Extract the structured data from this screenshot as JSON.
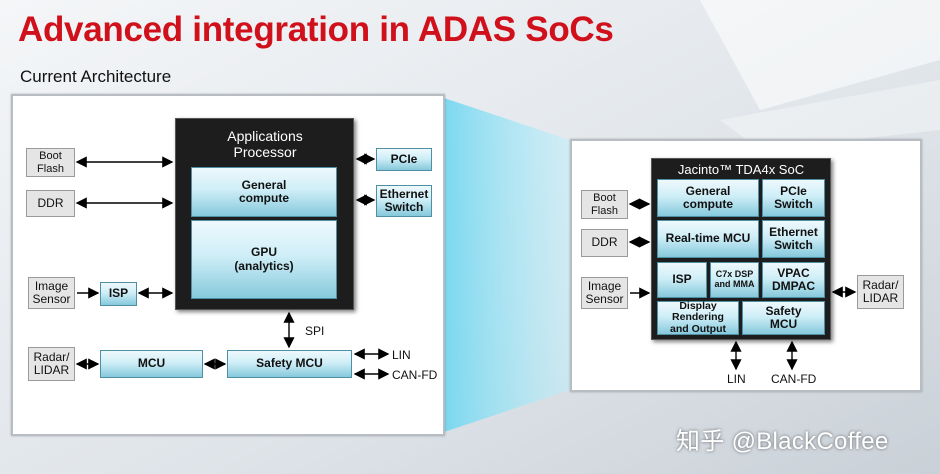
{
  "title": "Advanced integration in ADAS SoCs",
  "subtitle": "Current Architecture",
  "current": {
    "app_processor": "Applications Processor",
    "general_compute": "General compute",
    "gpu": "GPU (analytics)",
    "boot_flash": "Boot Flash",
    "ddr": "DDR",
    "pcie": "PCIe",
    "ethernet_switch": "Ethernet Switch",
    "image_sensor": "Image Sensor",
    "isp": "ISP",
    "spi": "SPI",
    "radar_lidar": "Radar/ LIDAR",
    "mcu": "MCU",
    "safety_mcu": "Safety MCU",
    "lin": "LIN",
    "can_fd": "CAN-FD"
  },
  "integrated": {
    "soc_title": "Jacinto™ TDA4x SoC",
    "general_compute": "General compute",
    "pcie_switch": "PCIe Switch",
    "realtime_mcu": "Real-time MCU",
    "ethernet_switch": "Ethernet Switch",
    "isp": "ISP",
    "dsp_mma": "C7x DSP and MMA",
    "vpac_dmpac": "VPAC DMPAC",
    "display": "Display Rendering and Output",
    "safety_mcu": "Safety MCU",
    "boot_flash": "Boot Flash",
    "ddr": "DDR",
    "image_sensor": "Image Sensor",
    "radar_lidar": "Radar/ LIDAR",
    "lin": "LIN",
    "can_fd": "CAN-FD"
  },
  "watermark": "知乎 @BlackCoffee",
  "colors": {
    "title": "#d0101a",
    "block_blue": "#cfeef7",
    "soc_dark": "#1d1d1d"
  }
}
